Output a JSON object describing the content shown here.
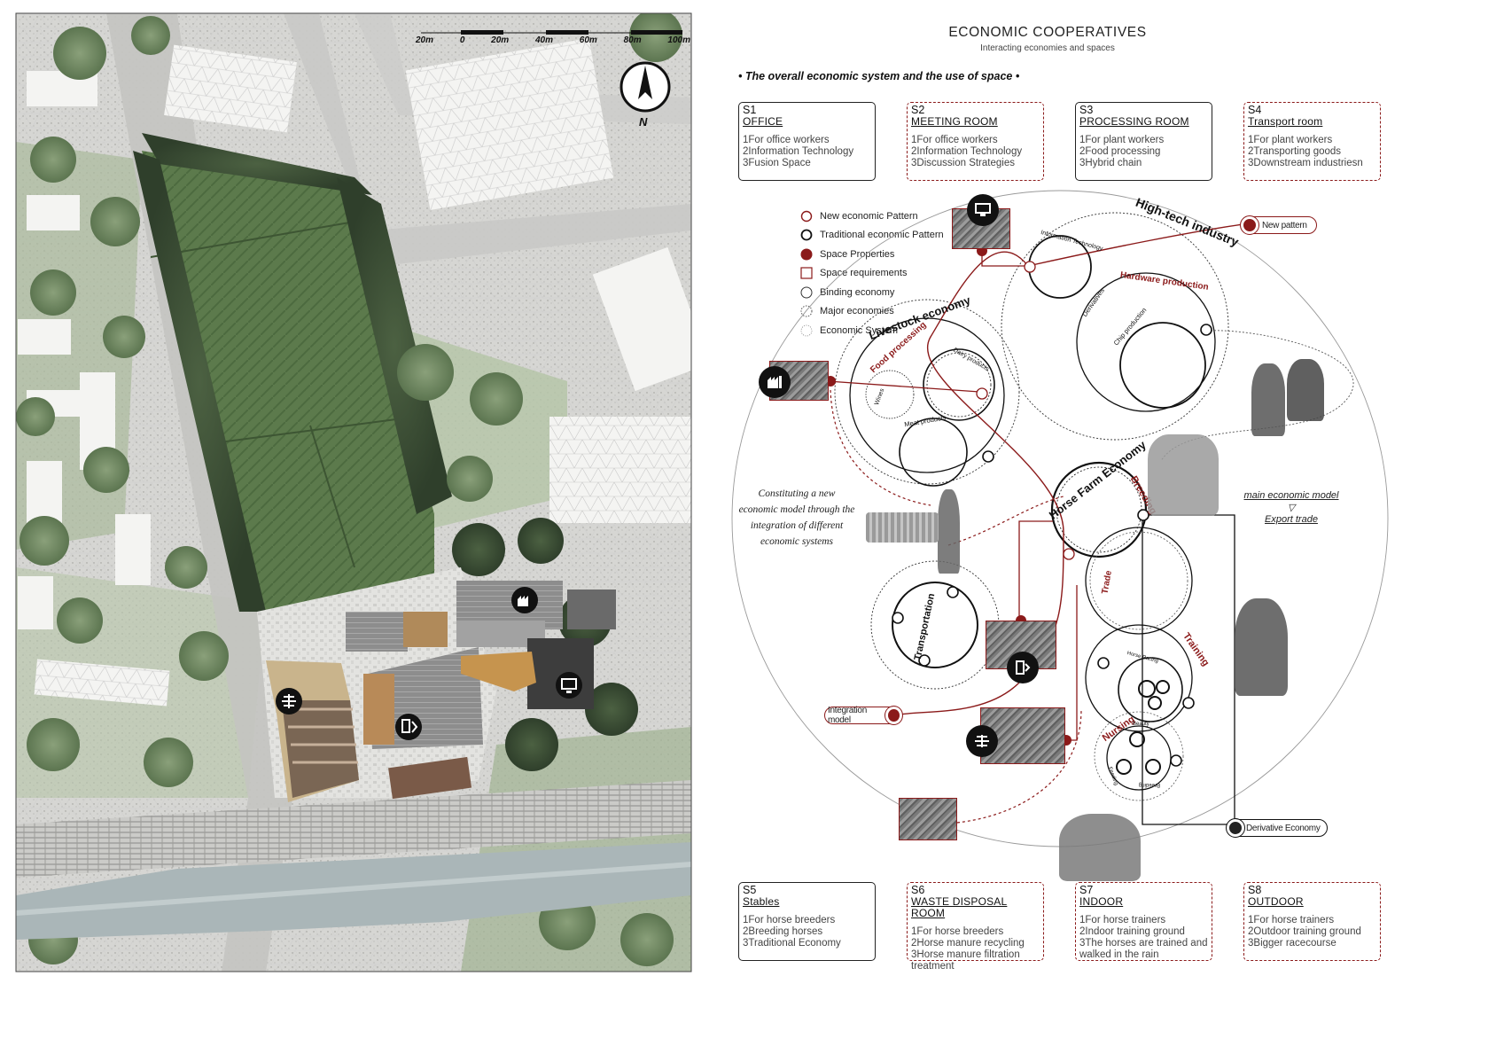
{
  "header": {
    "title": "ECONOMIC COOPERATIVES",
    "subtitle": "Interacting economies and spaces",
    "section": "• The overall economic system and the use of space •"
  },
  "scale_bar": {
    "labels": [
      "20m",
      "0",
      "20m",
      "40m",
      "60m",
      "80m",
      "100m"
    ]
  },
  "north_label": "N",
  "cards_top": [
    {
      "code": "S1",
      "name": "OFFICE",
      "items": [
        "1For office workers",
        "2Information Technology",
        "3Fusion Space"
      ],
      "style": "solid"
    },
    {
      "code": "S2",
      "name": "MEETING ROOM",
      "items": [
        "1For office workers",
        "2Information Technology",
        "3Discussion Strategies"
      ],
      "style": "dash"
    },
    {
      "code": "S3",
      "name": "PROCESSING ROOM",
      "items": [
        "1For plant workers",
        "2Food processing",
        "3Hybrid chain"
      ],
      "style": "solid"
    },
    {
      "code": "S4",
      "name": "Transport room",
      "items": [
        "1For plant workers",
        "2Transporting goods",
        "3Downstream industriesn"
      ],
      "style": "dash"
    }
  ],
  "cards_bottom": [
    {
      "code": "S5",
      "name": "Stables",
      "items": [
        "1For horse breeders",
        "2Breeding horses",
        "3Traditional Economy"
      ],
      "style": "solid"
    },
    {
      "code": "S6",
      "name": "WASTE DISPOSAL ROOM",
      "items": [
        "1For horse breeders",
        "2Horse manure recycling",
        "3Horse manure filtration",
        "treatment"
      ],
      "style": "dash"
    },
    {
      "code": "S7",
      "name": "INDOOR",
      "items": [
        "1For horse trainers",
        "2Indoor training ground",
        "3The horses are trained and",
        "walked in the rain"
      ],
      "style": "dash"
    },
    {
      "code": "S8",
      "name": "OUTDOOR",
      "items": [
        "1For horse trainers",
        "2Outdoor training ground",
        "3Bigger racecourse"
      ],
      "style": "dash"
    }
  ],
  "legend": [
    {
      "label": "New economic Pattern",
      "symbol": "ring-red"
    },
    {
      "label": "Traditional economic Pattern",
      "symbol": "ring-black"
    },
    {
      "label": "Space Properties",
      "symbol": "dot-red"
    },
    {
      "label": "Space requirements",
      "symbol": "square-red"
    },
    {
      "label": "Binding economy",
      "symbol": "ring-thin"
    },
    {
      "label": "Major economies",
      "symbol": "ring-dotted"
    },
    {
      "label": "Economic System",
      "symbol": "ring-dotted-fine"
    }
  ],
  "pills": {
    "new_pattern": "New pattern",
    "integration": "Integration model",
    "derivative": "Derivative Economy"
  },
  "economies": {
    "high_tech": "High-tech industry",
    "info_tech": "Information Technology",
    "derivatives": "Derivatives",
    "hardware": "Hardware production",
    "chip": "Chip production",
    "livestock": "Livestock economy",
    "food": "Food processing",
    "dairy": "Dairy products",
    "wines": "Wines",
    "meat": "Meat products",
    "horse_farm": "Horse Farm Economy",
    "breeding": "Breeding",
    "trade": "Trade",
    "training": "Training",
    "horse_racing": "Horse Racing",
    "nursing": "Nursing",
    "beauty": "Beauty",
    "feeding": "Feeding",
    "grooming": "Breeding",
    "transportation": "Transportation"
  },
  "note_left": [
    "Constituting a new",
    "economic model through the",
    "integration of different",
    "economic systems"
  ],
  "note_right": {
    "model": "main economic model",
    "arrow": "▽",
    "trade": "Export trade"
  },
  "icons": {
    "office": "monitor-icon",
    "processing": "factory-icon",
    "stables": "grid-icon",
    "waste": "recycle-icon"
  },
  "colors": {
    "accent": "#8b1a1a",
    "ink": "#111111",
    "grass": "#6f8a5a",
    "forest": "#3f5a37",
    "paving": "#d9d9d6"
  }
}
